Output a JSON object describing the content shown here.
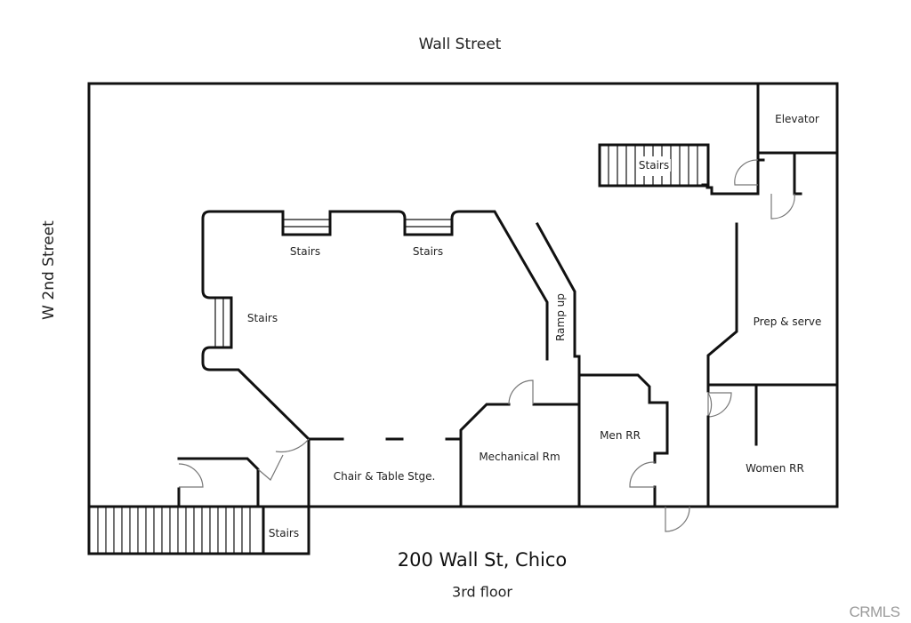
{
  "streets": {
    "top": "Wall Street",
    "left": "W 2nd Street"
  },
  "title": {
    "address": "200 Wall St, Chico",
    "floor": "3rd floor"
  },
  "watermark": "CRMLS",
  "rooms": [
    {
      "id": "elevator",
      "label": "Elevator"
    },
    {
      "id": "stairs-top-right",
      "label": "Stairs"
    },
    {
      "id": "stairs-top-1",
      "label": "Stairs"
    },
    {
      "id": "stairs-top-2",
      "label": "Stairs"
    },
    {
      "id": "stairs-left",
      "label": "Stairs"
    },
    {
      "id": "ramp",
      "label": "Ramp up"
    },
    {
      "id": "prep-serve",
      "label": "Prep & serve"
    },
    {
      "id": "mechanical",
      "label": "Mechanical Rm"
    },
    {
      "id": "men-rr",
      "label": "Men RR"
    },
    {
      "id": "women-rr",
      "label": "Women RR"
    },
    {
      "id": "chair-table",
      "label": "Chair & Table Stge."
    },
    {
      "id": "stairs-bottom",
      "label": "Stairs"
    }
  ],
  "colors": {
    "wall": "#111111",
    "door": "#777777",
    "background": "#ffffff",
    "watermark": "#9a9a9a"
  }
}
